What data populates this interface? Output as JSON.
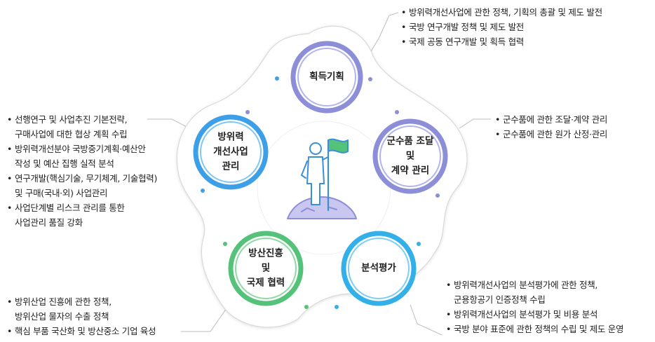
{
  "nodes": [
    {
      "id": "acq",
      "label": "획득기획",
      "color": "#8c8ed8",
      "inner": "#b2b4ee"
    },
    {
      "id": "proc",
      "label": "군수품 조달\n및\n계약 관리",
      "color": "#8c8ed8",
      "inner": "#b2b4ee"
    },
    {
      "id": "eval",
      "label": "분석평가",
      "color": "#33b0e8",
      "inner": "#7ccff2"
    },
    {
      "id": "industry",
      "label": "방산진흥\n및\n국제 협력",
      "color": "#55c27a",
      "inner": "#8fd9a4"
    },
    {
      "id": "program",
      "label": "방위력\n개선사업\n관리",
      "color": "#3c9fe8",
      "inner": "#80c6f3"
    }
  ],
  "lists": {
    "acq": [
      "방위력개선사업에 관한 정책, 기획의 총괄 및 제도 발전",
      "국방 연구개발 정책 및 제도 발전",
      "국제 공동 연구개발 및 획득 협력"
    ],
    "proc": [
      "군수품에 관한 조달·계약 관리",
      "군수품에 관한 원가 산정·관리"
    ],
    "program": [
      "선행연구 및 사업추진 기본전략,\n구매사업에 대한 협상 계획 수립",
      "방위력개선분야 국방중기계획·예산안\n작성 및 예산 집행 실적 분석",
      "연구개발(핵심기술, 무기체계, 기술협력)\n및 구매(국내·외) 사업관리",
      "사업단계별 리스크 관리를 통한\n사업관리 품질 강화"
    ],
    "industry": [
      "방위산업 진흥에 관한 정책,\n방위산업 물자의 수출 정책",
      "핵심 부품 국산화 및 방산중소 기업 육성"
    ],
    "eval": [
      "방위력개선사업의 분석평가에 관한 정책,\n군용항공기 인증정책 수립",
      "방위력개선사업의 분석평가 및 비용 분석",
      "국방 분야 표준에 관한 정책의 수립 및 제도 운영"
    ]
  },
  "colors": {
    "ring_outline": "#d8d8d8",
    "connector": "#bdbdbd",
    "icon_line": "#3a8fd8",
    "icon_fill": "#c9c7ef"
  }
}
